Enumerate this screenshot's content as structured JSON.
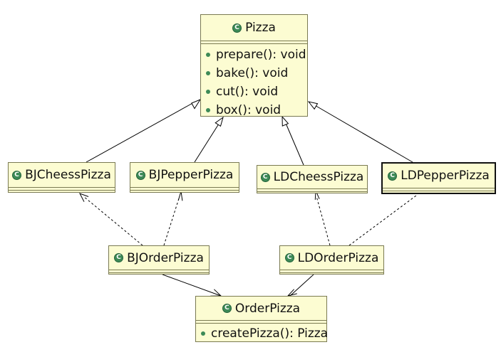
{
  "classes": {
    "pizza": {
      "name": "Pizza",
      "methods": [
        "prepare(): void",
        "bake(): void",
        "cut(): void",
        "box(): void"
      ]
    },
    "bj_cheess": {
      "name": "BJCheessPizza"
    },
    "bj_pepper": {
      "name": "BJPepperPizza"
    },
    "ld_cheess": {
      "name": "LDCheessPizza"
    },
    "ld_pepper": {
      "name": "LDPepperPizza"
    },
    "bj_order": {
      "name": "BJOrderPizza"
    },
    "ld_order": {
      "name": "LDOrderPizza"
    },
    "order": {
      "name": "OrderPizza",
      "methods": [
        "createPizza(): Pizza"
      ]
    }
  },
  "relations": [
    {
      "type": "generalization",
      "from": "BJCheessPizza",
      "to": "Pizza"
    },
    {
      "type": "generalization",
      "from": "BJPepperPizza",
      "to": "Pizza"
    },
    {
      "type": "generalization",
      "from": "LDCheessPizza",
      "to": "Pizza"
    },
    {
      "type": "generalization",
      "from": "LDPepperPizza",
      "to": "Pizza"
    },
    {
      "type": "dependency",
      "from": "BJOrderPizza",
      "to": "BJCheessPizza"
    },
    {
      "type": "dependency",
      "from": "BJOrderPizza",
      "to": "BJPepperPizza"
    },
    {
      "type": "dependency",
      "from": "LDOrderPizza",
      "to": "LDCheessPizza"
    },
    {
      "type": "dependency",
      "from": "LDOrderPizza",
      "to": "LDPepperPizza"
    },
    {
      "type": "association",
      "from": "BJOrderPizza",
      "to": "OrderPizza"
    },
    {
      "type": "association",
      "from": "LDOrderPizza",
      "to": "OrderPizza"
    }
  ],
  "colors": {
    "class_fill": "#fcfcd2",
    "class_border": "#7a7a52",
    "icon": "#3d8a57",
    "line": "#000000"
  }
}
